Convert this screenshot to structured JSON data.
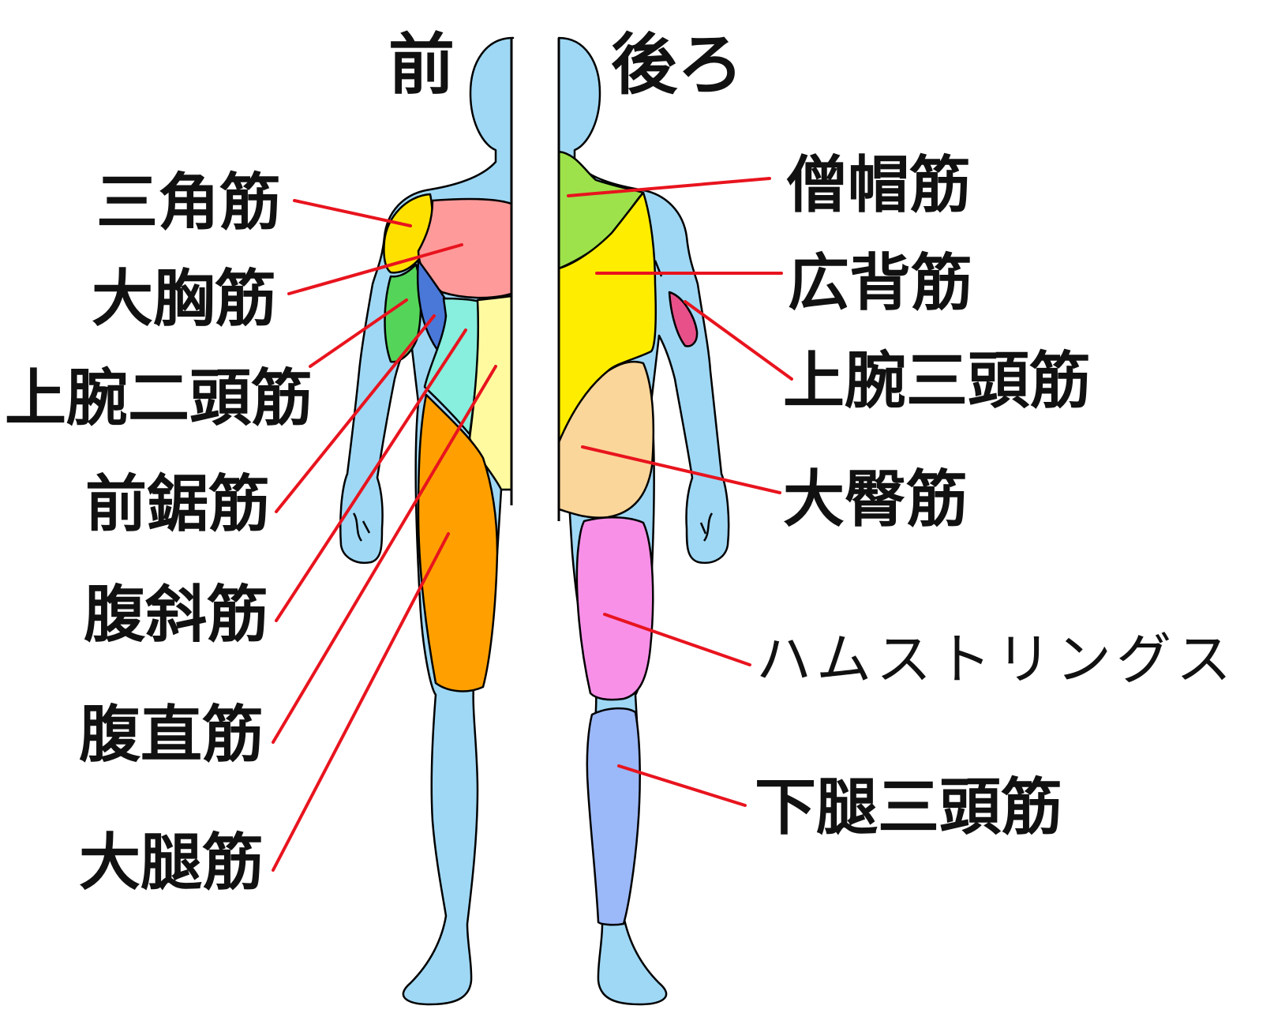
{
  "headings": {
    "front": "前",
    "back": "後ろ"
  },
  "front_labels": {
    "deltoid": "三角筋",
    "pectoralis_major": "大胸筋",
    "biceps": "上腕二頭筋",
    "serratus_anterior": "前鋸筋",
    "obliques": "腹斜筋",
    "rectus_abdominis": "腹直筋",
    "quadriceps": "大腿筋"
  },
  "back_labels": {
    "trapezius": "僧帽筋",
    "latissimus_dorsi": "広背筋",
    "triceps": "上腕三頭筋",
    "gluteus_maximus": "大臀筋",
    "hamstrings": "ハムストリングス",
    "triceps_surae": "下腿三頭筋"
  },
  "colors": {
    "skin": "#9fd8f5",
    "outline": "#000000",
    "leader_line": "#e8141e",
    "deltoid": "#ffe100",
    "pectoralis_major": "#ff9a9a",
    "biceps": "#55d45a",
    "serratus_anterior": "#4a78d8",
    "obliques": "#88eedd",
    "rectus_abdominis": "#fffaa0",
    "quadriceps": "#ffa000",
    "trapezius": "#9de24a",
    "latissimus_dorsi": "#ffed00",
    "triceps": "#e8508a",
    "gluteus_maximus": "#fbd69a",
    "hamstrings": "#f890e8",
    "triceps_surae": "#9bb8f8"
  }
}
